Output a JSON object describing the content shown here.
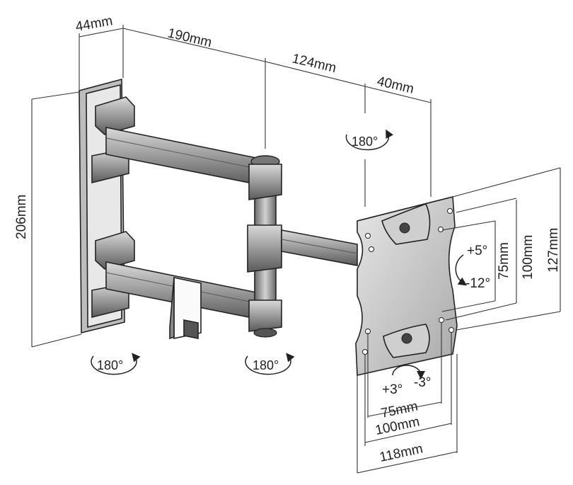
{
  "dimensions": {
    "bracket_depth": "44mm",
    "arm1_length": "190mm",
    "arm2_length": "124mm",
    "plate_offset": "40mm",
    "wall_plate_height": "206mm",
    "vesa_v_small": "75mm",
    "vesa_v_large": "100mm",
    "plate_height": "127mm",
    "vesa_h_small": "75mm",
    "vesa_h_large": "100mm",
    "plate_width": "118mm"
  },
  "rotations": {
    "plate_swivel": "180°",
    "wall_swivel": "180°",
    "elbow_swivel": "180°"
  },
  "tilt": {
    "up": "+5°",
    "down": "-12°"
  },
  "level": {
    "cw": "+3°",
    "ccw": "-3°"
  }
}
